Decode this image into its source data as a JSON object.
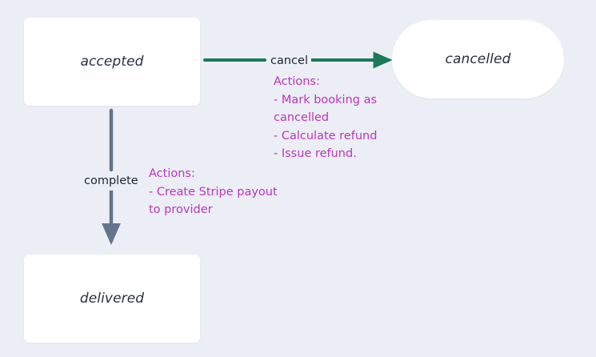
{
  "diagram": {
    "type": "state-machine",
    "background_color": "#ebeef4",
    "states": [
      {
        "id": "accepted",
        "label": "accepted",
        "shape": "rounded-rect"
      },
      {
        "id": "cancelled",
        "label": "cancelled",
        "shape": "stadium"
      },
      {
        "id": "delivered",
        "label": "delivered",
        "shape": "rounded-rect"
      }
    ],
    "transitions": [
      {
        "id": "accepted-to-cancelled",
        "from": "accepted",
        "to": "cancelled",
        "label": "cancel",
        "color": "#1b7a5a",
        "direction": "right",
        "actions": {
          "heading": "Actions:",
          "items": [
            "- Mark booking as",
            "cancelled",
            "- Calculate refund",
            "- Issue refund."
          ],
          "color": "#bd34bd"
        }
      },
      {
        "id": "accepted-to-delivered",
        "from": "accepted",
        "to": "delivered",
        "label": "complete",
        "color": "#64748b",
        "direction": "down",
        "actions": {
          "heading": "Actions:",
          "items": [
            "- Create Stripe payout",
            "to provider"
          ],
          "color": "#bd34bd"
        }
      }
    ]
  }
}
